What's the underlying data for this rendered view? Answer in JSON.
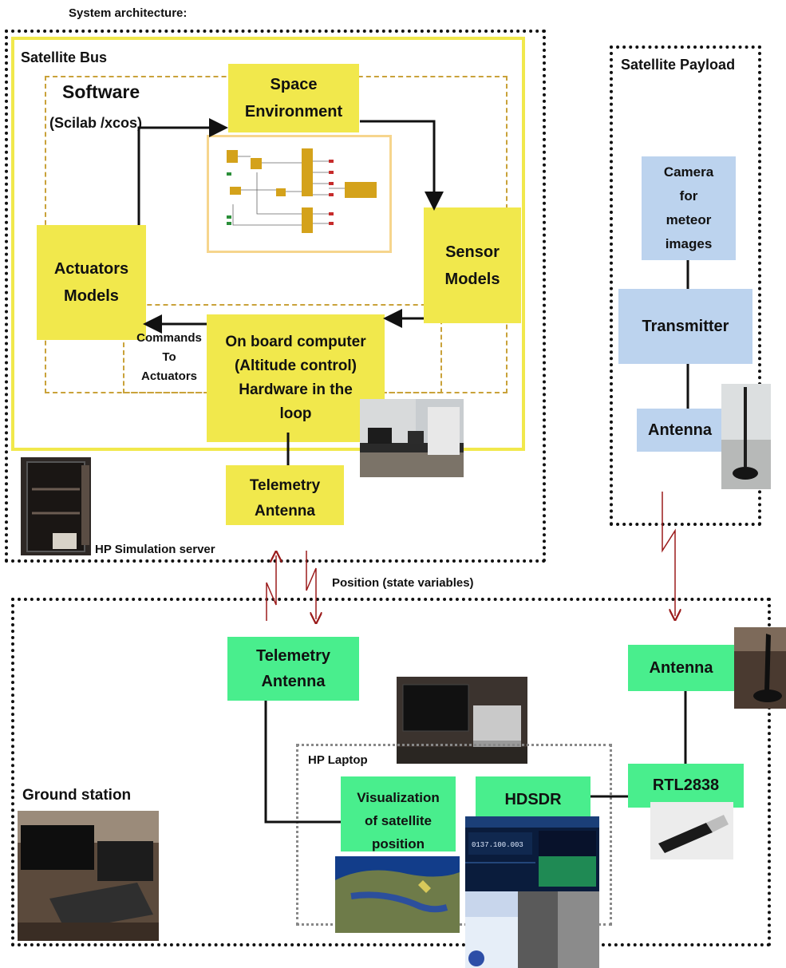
{
  "title": "System architecture:",
  "satellite_bus": {
    "label": "Satellite Bus",
    "software_title": "Software",
    "software_sub": "(Scilab /xcos)",
    "space_env": "Space\nEnvironment",
    "sensor_models": "Sensor\nModels",
    "actuators_models": "Actuators\nModels",
    "obc": "On board computer\n(Altitude control)\nHardware in the\nloop",
    "commands": "Commands\nTo\nActuators",
    "telemetry_antenna": "Telemetry\nAntenna",
    "server_label": "HP Simulation server"
  },
  "satellite_payload": {
    "label": "Satellite Payload",
    "camera": "Camera\nfor\nmeteor\nimages",
    "transmitter": "Transmitter",
    "antenna": "Antenna"
  },
  "link_label": "Position (state variables)",
  "ground": {
    "label": "Ground station",
    "telemetry_antenna": "Telemetry\nAntenna",
    "antenna": "Antenna",
    "rtl": "RTL2838",
    "laptop_label": "HP Laptop",
    "visualization": "Visualization\nof satellite\nposition",
    "hdsdr": "HDSDR"
  },
  "colors": {
    "yellow_box": "#f1e84c",
    "blue_box": "#bcd3ee",
    "green_box": "#49ee8d",
    "signal_arrow": "#9b1b1b",
    "frame": "#111111"
  },
  "icons": [
    "xcos-diagram-image",
    "server-rack-photo",
    "lab-room-photo",
    "antenna-photo",
    "ground-antenna-photo",
    "laptop-photo",
    "usb-dongle-photo",
    "ground-station-photo",
    "earth-map-image",
    "sdr-spectrum-image",
    "weather-image"
  ]
}
